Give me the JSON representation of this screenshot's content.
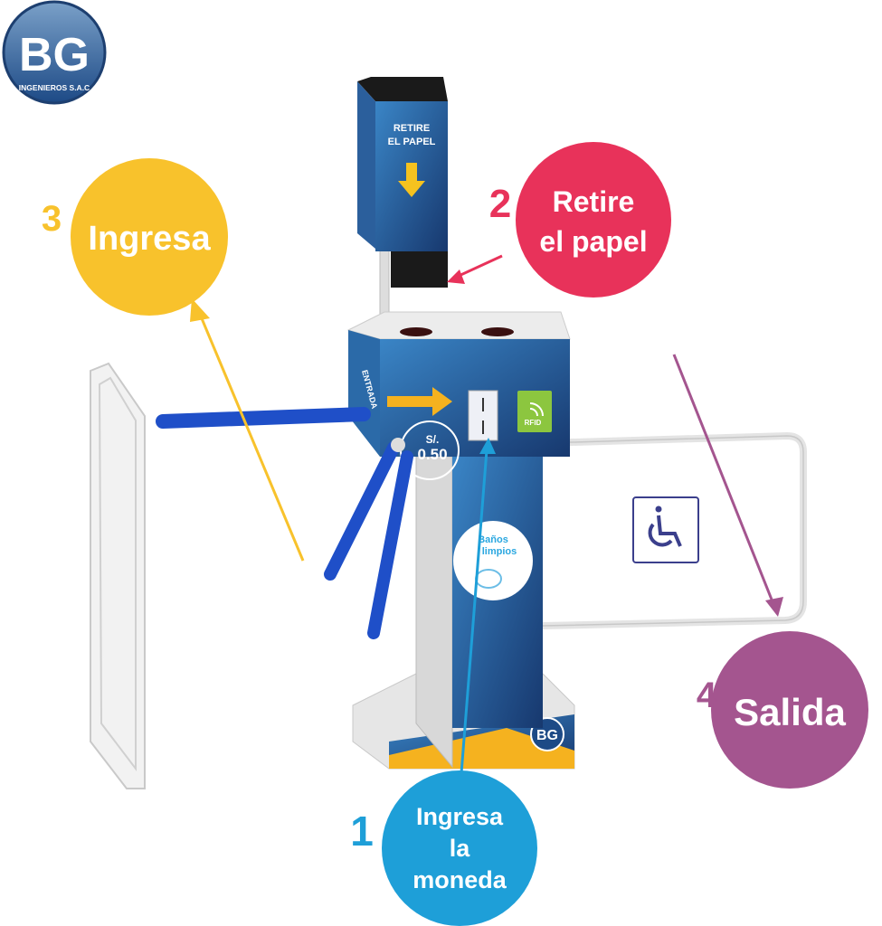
{
  "logo": {
    "initials": "BG",
    "company": "INGENIEROS S.A.C"
  },
  "dispenser": {
    "label_line1": "RETIRE",
    "label_line2": "EL PAPEL"
  },
  "turnstile": {
    "side_label": "ENTRADA",
    "price_currency": "S/.",
    "price_value": "0.50",
    "rfid_label": "RFID",
    "banner_line1": "Baños",
    "banner_line2": "limpios",
    "base_logo": "BG"
  },
  "steps": [
    {
      "number": "1",
      "lines": [
        "Ingresa",
        "la",
        "moneda"
      ],
      "color": "#1E9FD8"
    },
    {
      "number": "2",
      "lines": [
        "Retire",
        "el papel"
      ],
      "color": "#E8325A"
    },
    {
      "number": "3",
      "lines": [
        "Ingresa"
      ],
      "color": "#F8C22C"
    },
    {
      "number": "4",
      "lines": [
        "Salida"
      ],
      "color": "#A4558F"
    }
  ],
  "colors": {
    "panel_blue": "#1F5E9E",
    "arm_blue": "#1F4FC8",
    "arrow_orange": "#F5B21F",
    "rfid_green": "#8CC63F"
  }
}
